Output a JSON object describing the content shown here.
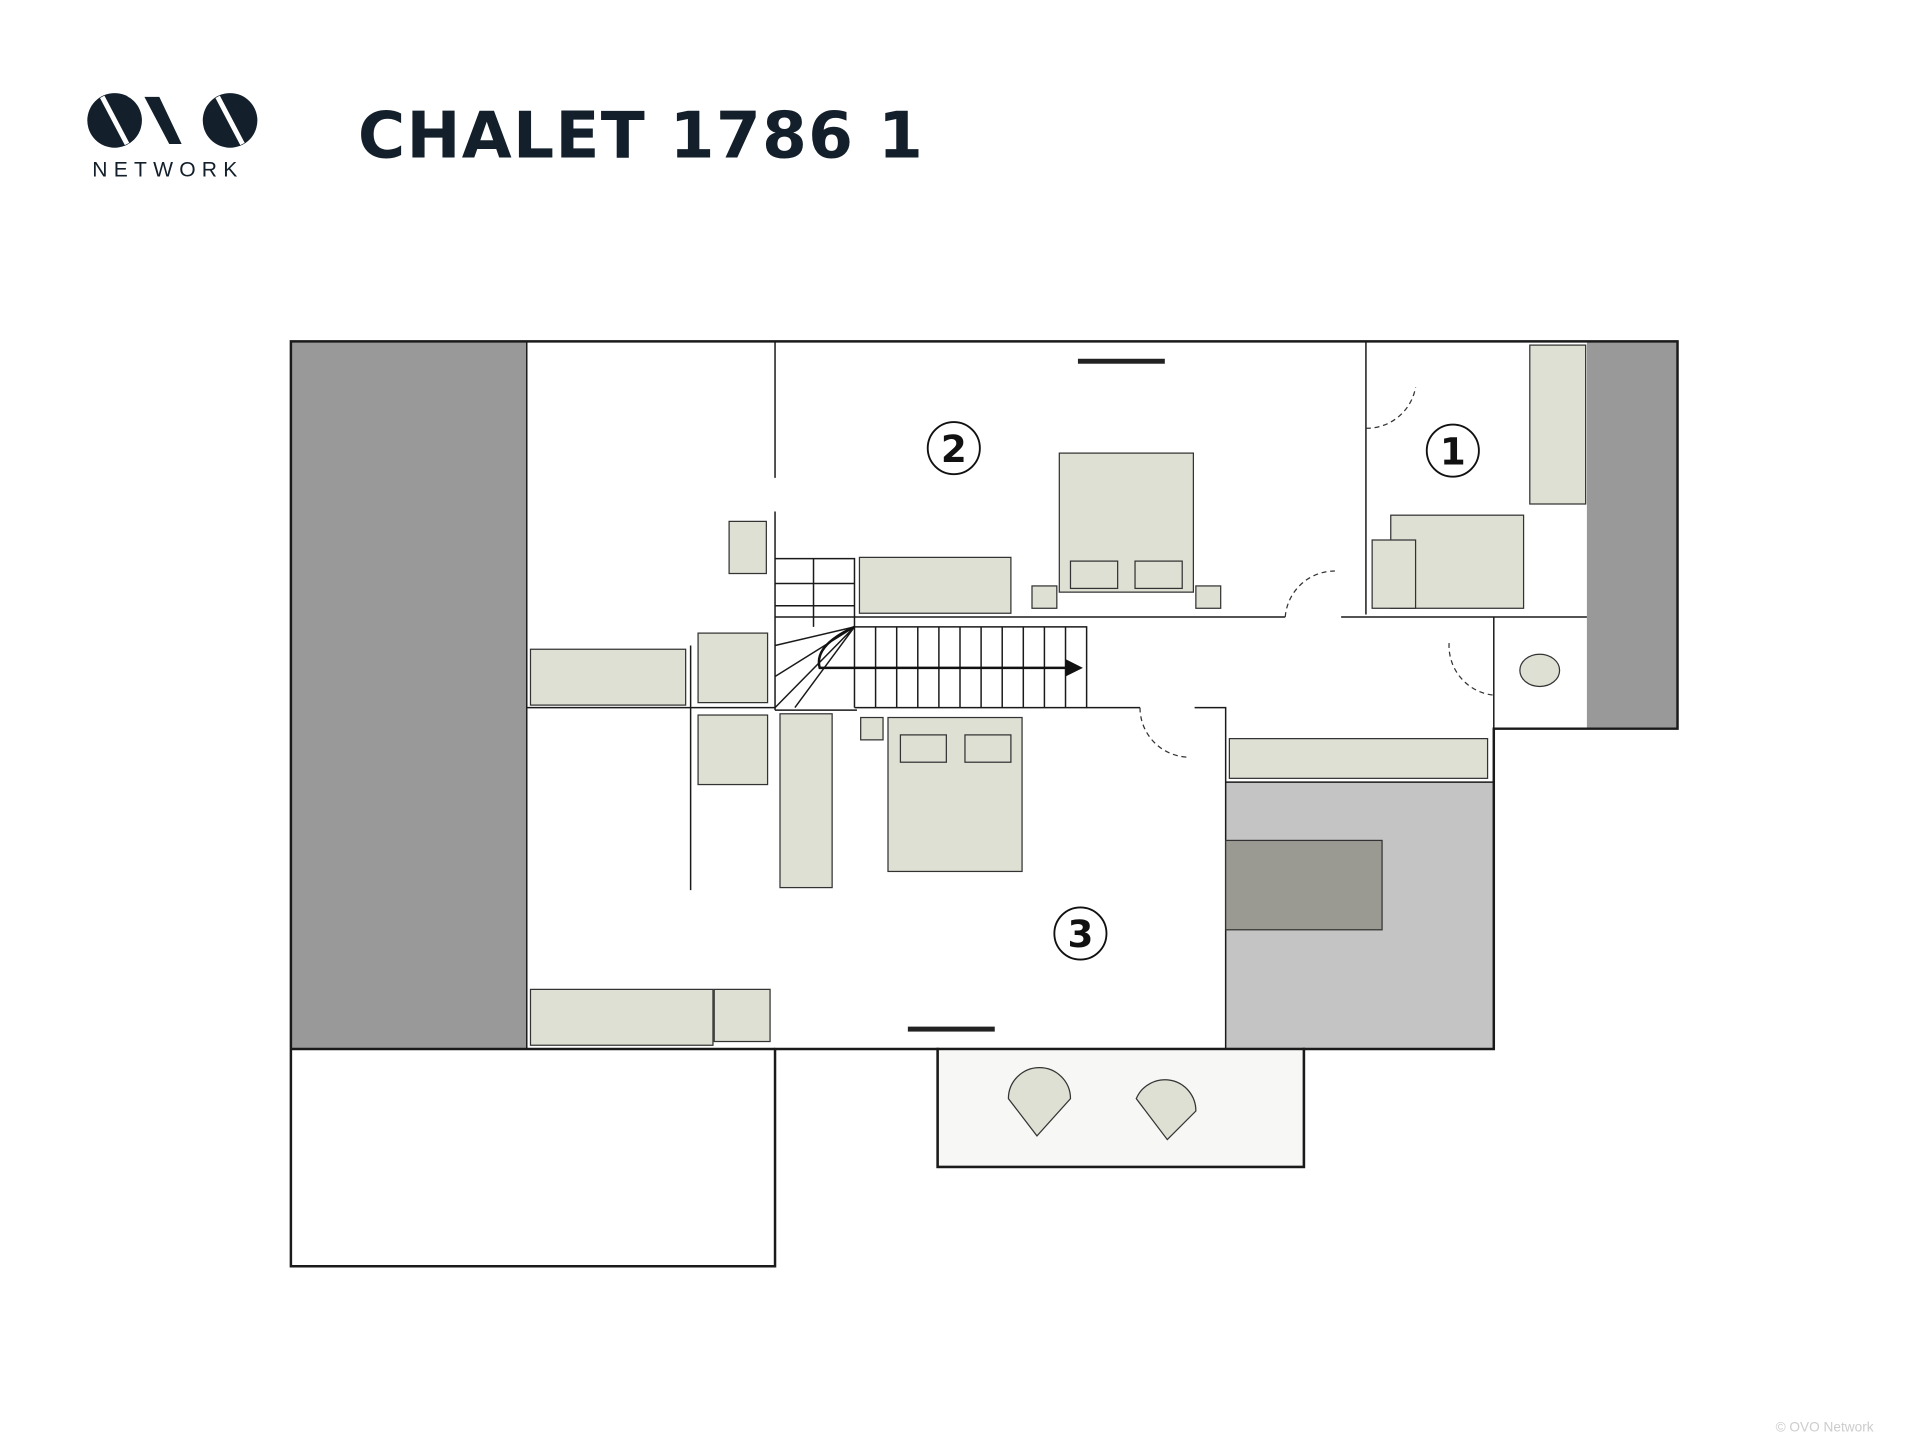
{
  "header": {
    "title": "CHALET 1786 1",
    "logo_text": "OVO",
    "logo_subtitle": "NETWORK"
  },
  "rooms": [
    {
      "number": "1"
    },
    {
      "number": "2"
    },
    {
      "number": "3"
    }
  ],
  "footer": {
    "copyright": "© OVO Network"
  },
  "colors": {
    "brand": "#13202b",
    "furniture": "#dfe0d4",
    "exterior_wall": "#999999",
    "dining_area": "#c4c4c4"
  }
}
